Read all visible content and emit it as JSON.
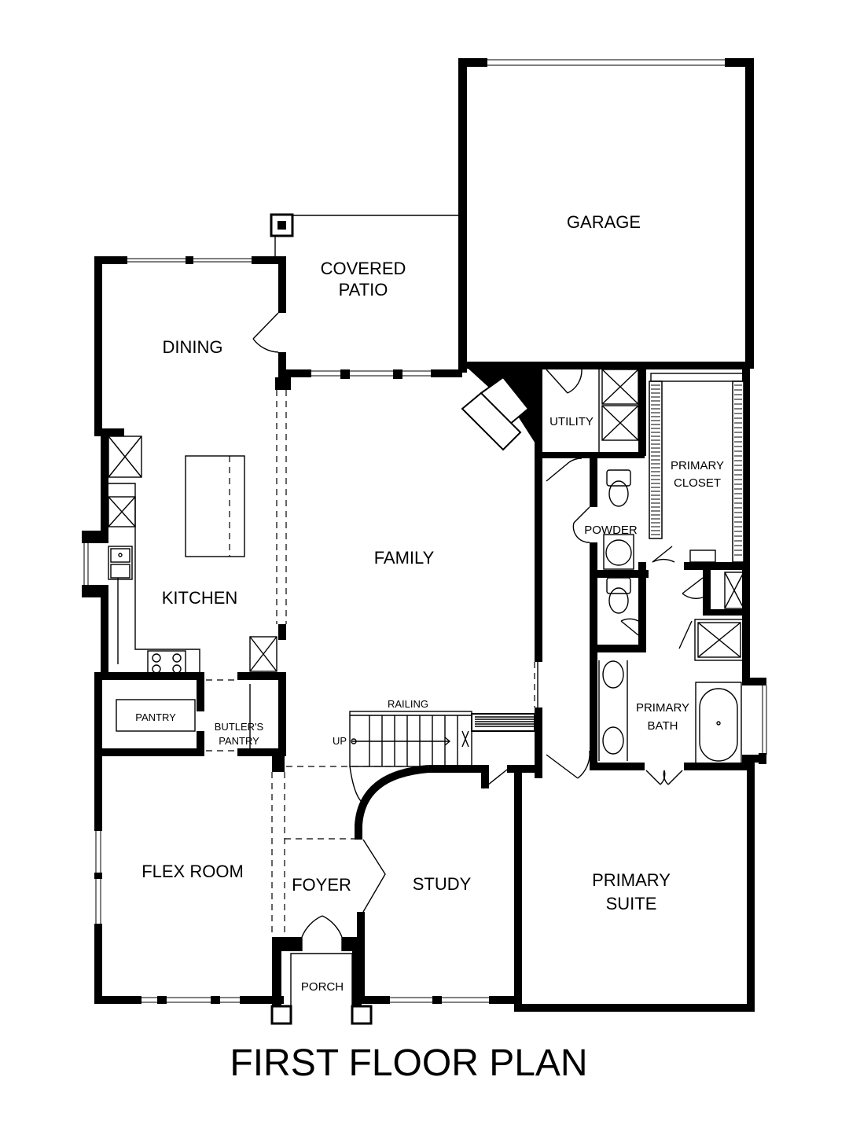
{
  "title": "FIRST FLOOR PLAN",
  "rooms": {
    "garage": "GARAGE",
    "covered_patio_1": "COVERED",
    "covered_patio_2": "PATIO",
    "dining": "DINING",
    "family": "FAMILY",
    "kitchen": "KITCHEN",
    "utility": "UTILITY",
    "primary_closet_1": "PRIMARY",
    "primary_closet_2": "CLOSET",
    "powder": "POWDER",
    "pantry": "PANTRY",
    "butlers_pantry_1": "BUTLER'S",
    "butlers_pantry_2": "PANTRY",
    "primary_bath_1": "PRIMARY",
    "primary_bath_2": "BATH",
    "flex_room": "FLEX ROOM",
    "foyer": "FOYER",
    "study": "STUDY",
    "primary_suite_1": "PRIMARY",
    "primary_suite_2": "SUITE",
    "porch": "PORCH"
  },
  "annotations": {
    "railing": "RAILING",
    "up": "UP"
  }
}
